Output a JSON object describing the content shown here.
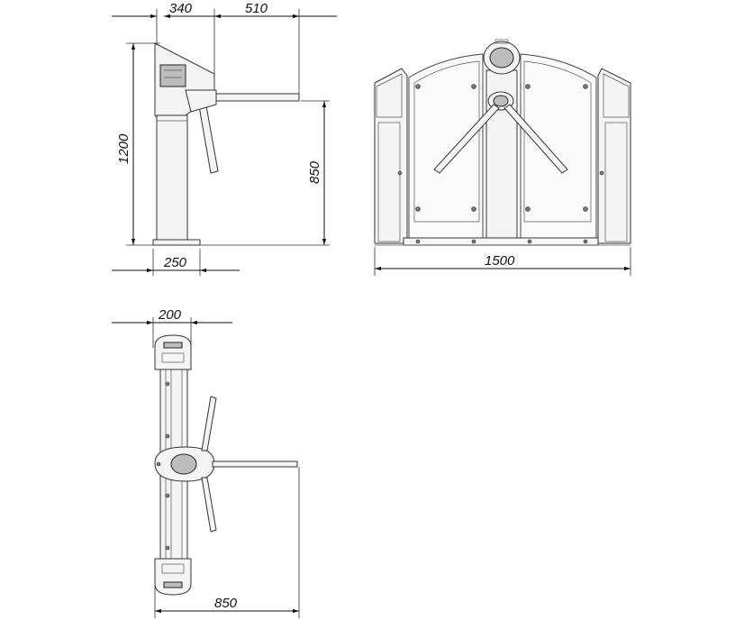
{
  "side_view": {
    "dim_top_left": "340",
    "dim_top_right": "510",
    "dim_height": "1200",
    "dim_arm_height": "850",
    "dim_base": "250"
  },
  "front_view": {
    "dim_width": "1500"
  },
  "top_view": {
    "dim_width": "200",
    "dim_length": "850"
  }
}
